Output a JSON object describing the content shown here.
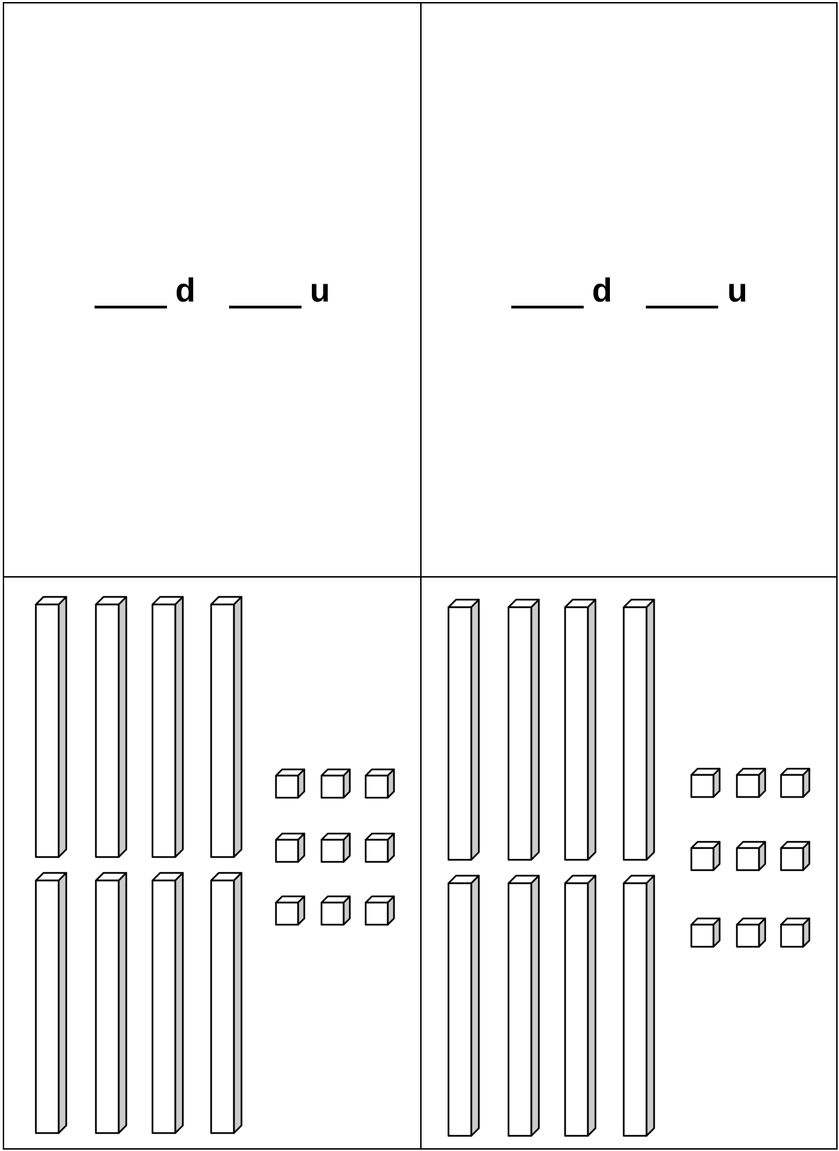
{
  "answer_rows": [
    {
      "tens_unit": "d",
      "ones_unit": "u"
    },
    {
      "tens_unit": "d",
      "ones_unit": "u"
    }
  ],
  "models": [
    {
      "tens": 8,
      "ones": 9
    },
    {
      "tens": 8,
      "ones": 9
    }
  ],
  "colors": {
    "line": "#000000",
    "block_face": "#ffffff",
    "block_side": "#cccccc"
  }
}
